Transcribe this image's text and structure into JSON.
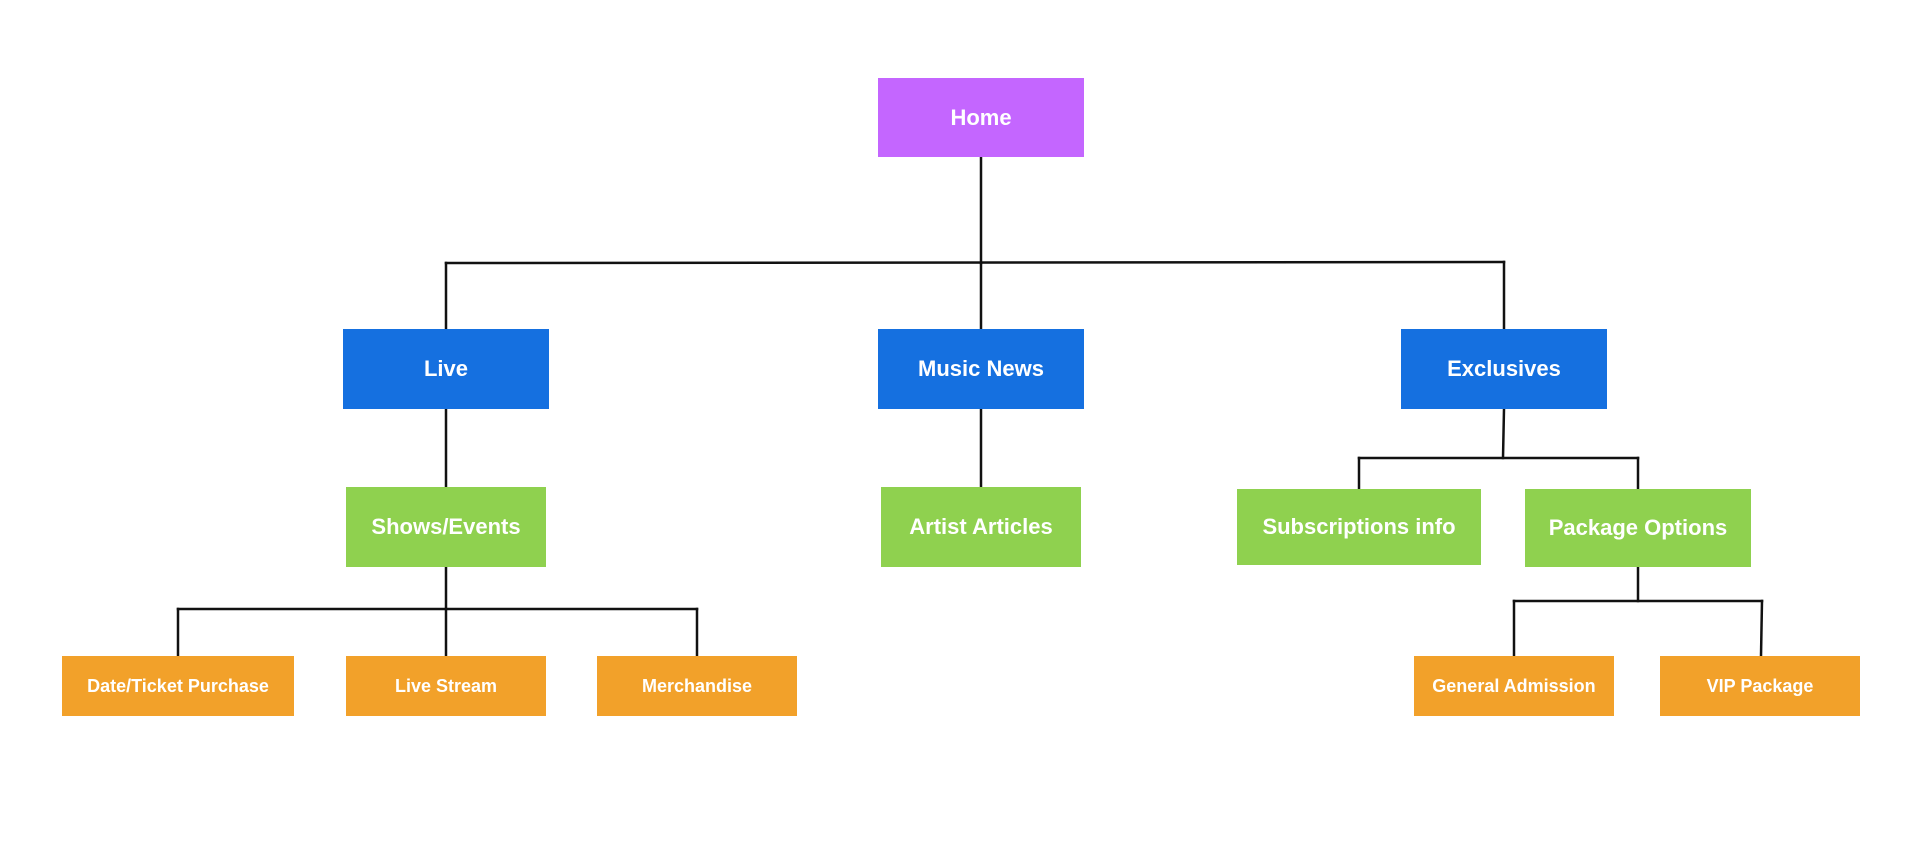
{
  "colors": {
    "home": "#c466ff",
    "section": "#1570e0",
    "subsection": "#8fd14f",
    "leaf": "#f2a12a",
    "connector": "#111111",
    "text": "#ffffff"
  },
  "sitemap": {
    "home": {
      "label": "Home"
    },
    "live": {
      "label": "Live"
    },
    "music_news": {
      "label": "Music News"
    },
    "exclusives": {
      "label": "Exclusives"
    },
    "shows_events": {
      "label": "Shows/Events"
    },
    "artist_articles": {
      "label": "Artist Articles"
    },
    "subscriptions_info": {
      "label": "Subscriptions info"
    },
    "package_options": {
      "label": "Package Options"
    },
    "date_ticket_purchase": {
      "label": "Date/Ticket Purchase"
    },
    "live_stream": {
      "label": "Live Stream"
    },
    "merchandise": {
      "label": "Merchandise"
    },
    "general_admission": {
      "label": "General Admission"
    },
    "vip_package": {
      "label": "VIP Package"
    }
  },
  "edges": [
    [
      "home",
      "live"
    ],
    [
      "home",
      "music_news"
    ],
    [
      "home",
      "exclusives"
    ],
    [
      "live",
      "shows_events"
    ],
    [
      "music_news",
      "artist_articles"
    ],
    [
      "exclusives",
      "subscriptions_info"
    ],
    [
      "exclusives",
      "package_options"
    ],
    [
      "shows_events",
      "date_ticket_purchase"
    ],
    [
      "shows_events",
      "live_stream"
    ],
    [
      "shows_events",
      "merchandise"
    ],
    [
      "package_options",
      "general_admission"
    ],
    [
      "package_options",
      "vip_package"
    ]
  ]
}
